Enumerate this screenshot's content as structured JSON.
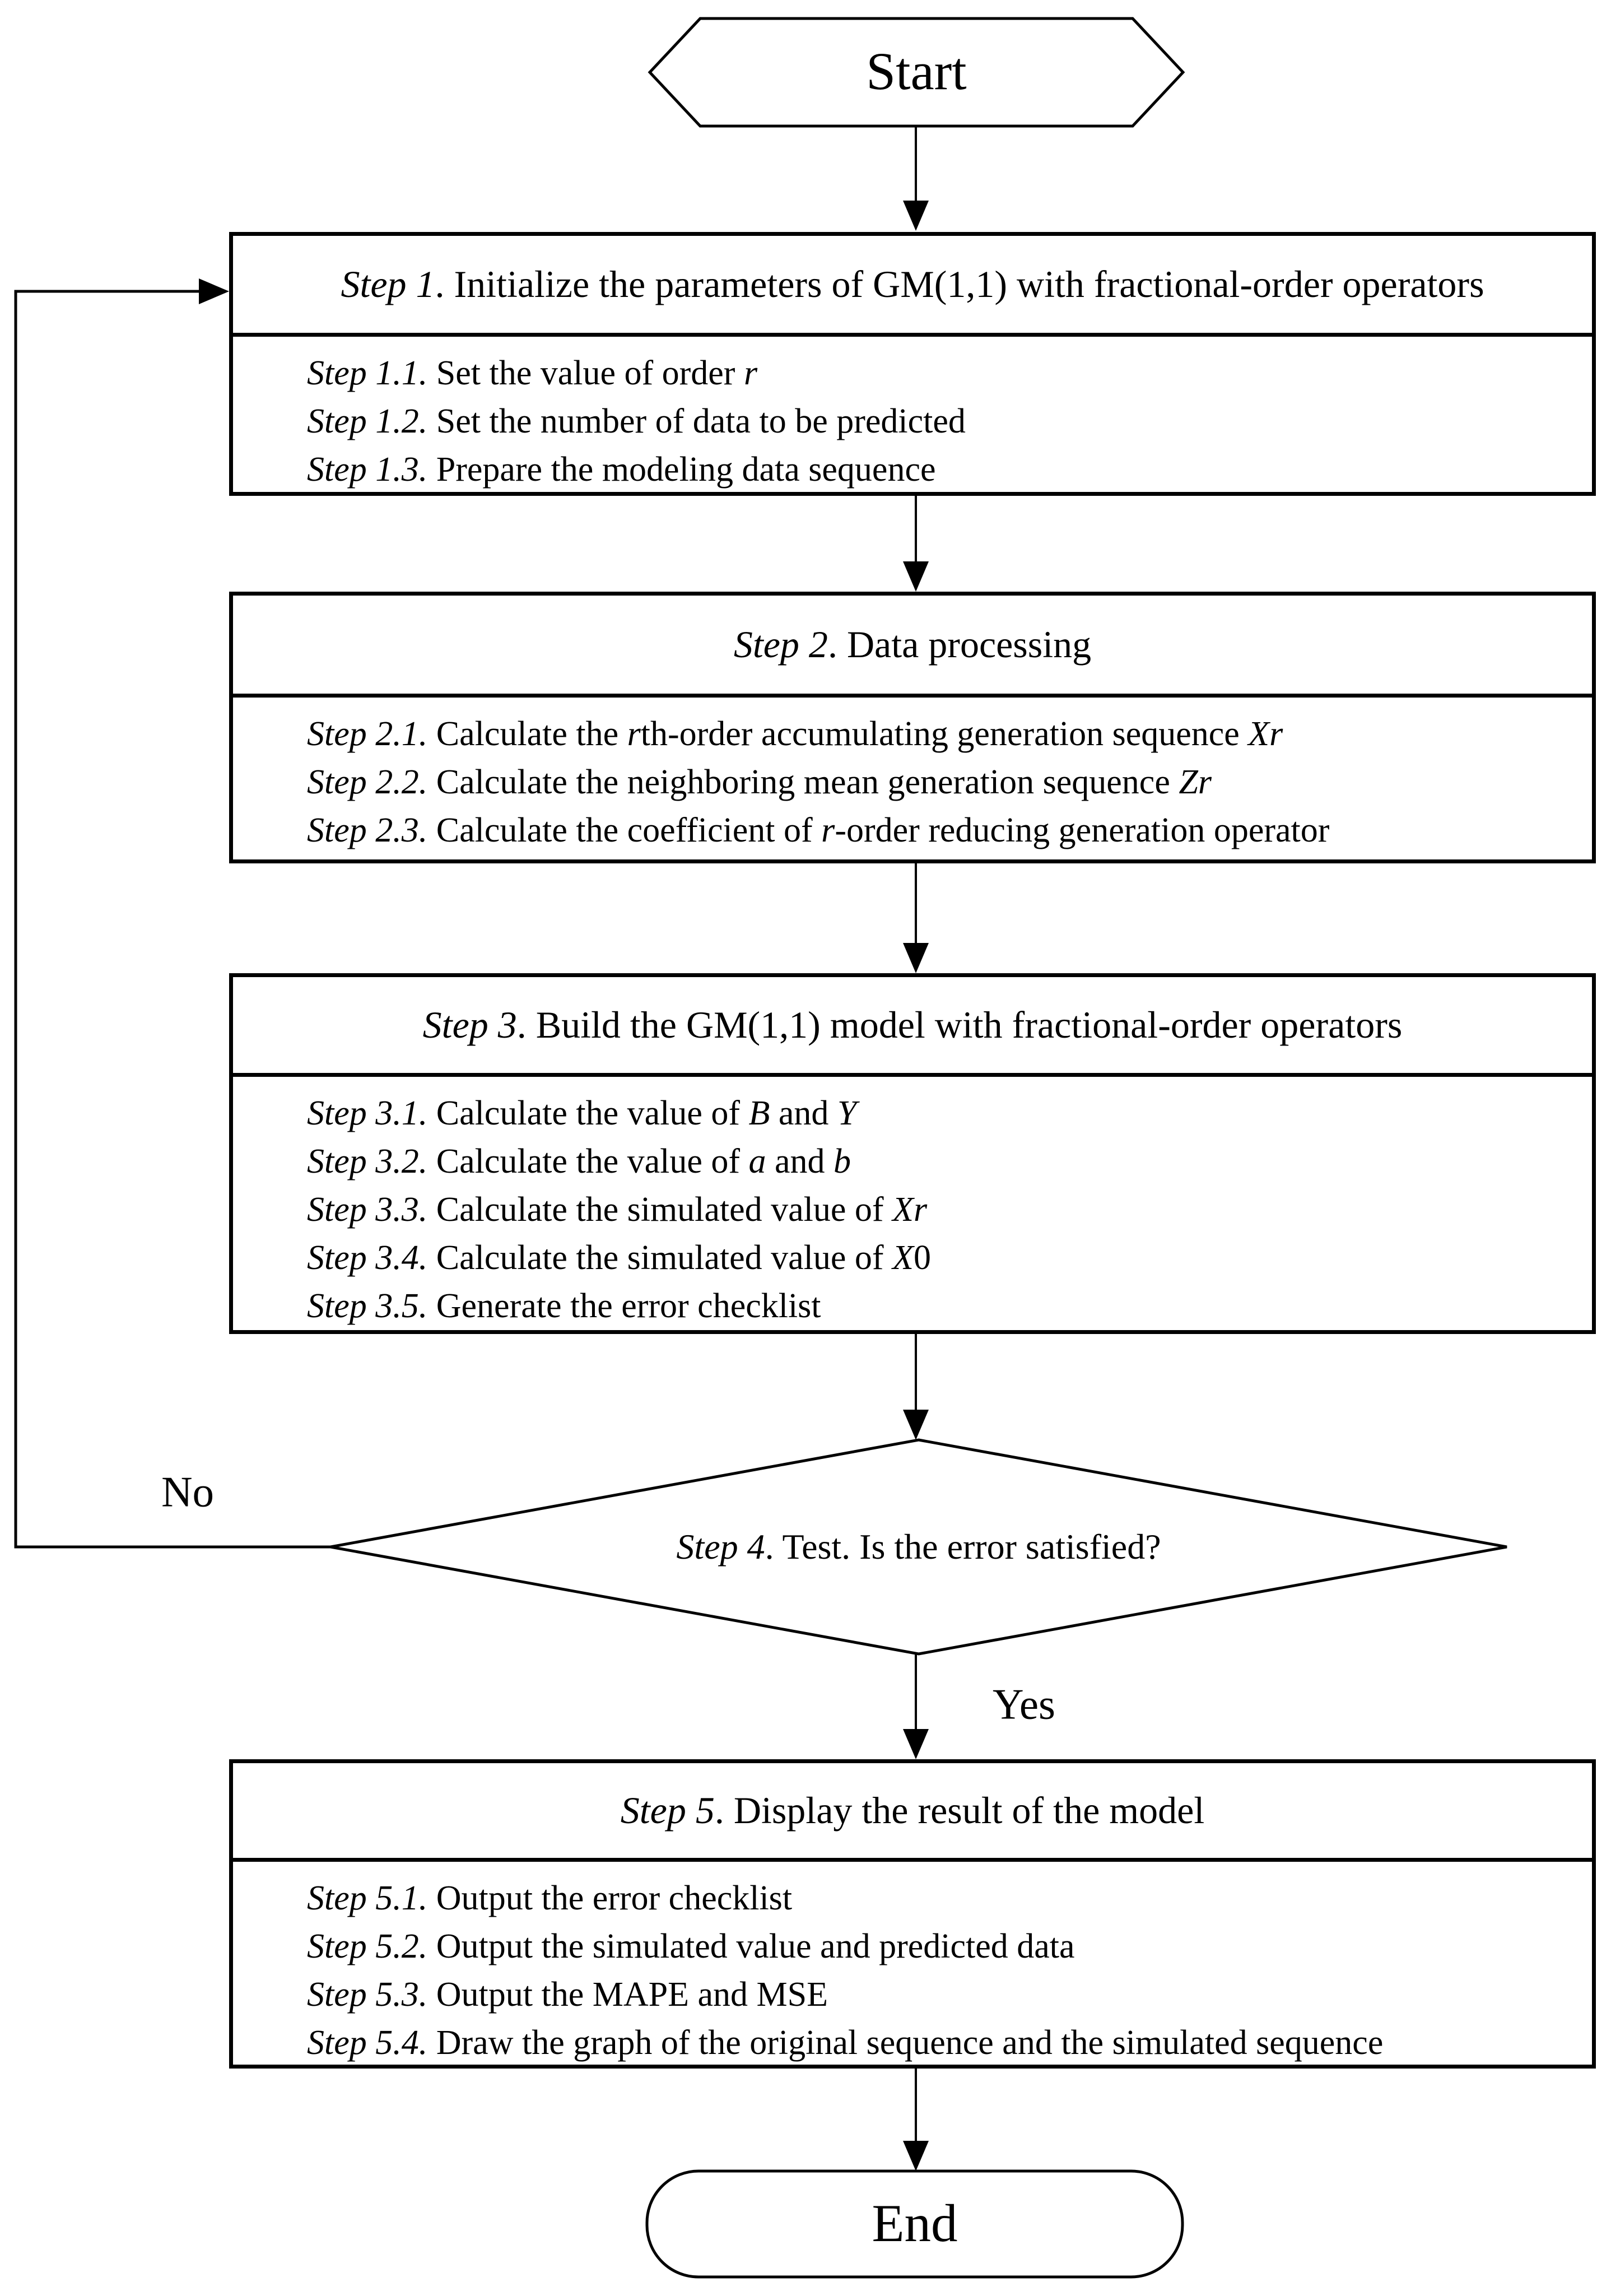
{
  "diagram": {
    "colors": {
      "ink": "#000000",
      "paper": "#ffffff"
    },
    "start": {
      "label": "Start"
    },
    "end": {
      "label": "End"
    },
    "no_label": "No",
    "yes_label": "Yes",
    "step1": {
      "header": [
        {
          "t": "Step 1",
          "i": true
        },
        {
          "t": ". Initialize the parameters of GM(1,1) with fractional-order operators",
          "i": false
        }
      ],
      "substeps": [
        [
          {
            "t": "Step 1.1.",
            "i": true
          },
          {
            "t": " Set the value of order ",
            "i": false
          },
          {
            "t": "r",
            "i": true
          }
        ],
        [
          {
            "t": "Step 1.2.",
            "i": true
          },
          {
            "t": " Set the number of data to be predicted",
            "i": false
          }
        ],
        [
          {
            "t": "Step 1.3.",
            "i": true
          },
          {
            "t": " Prepare the modeling data sequence",
            "i": false
          }
        ]
      ]
    },
    "step2": {
      "header": [
        {
          "t": "Step 2",
          "i": true
        },
        {
          "t": ". Data processing",
          "i": false
        }
      ],
      "substeps": [
        [
          {
            "t": "Step 2.1.",
            "i": true
          },
          {
            "t": " Calculate the ",
            "i": false
          },
          {
            "t": "r",
            "i": true
          },
          {
            "t": "th-order accumulating generation sequence ",
            "i": false
          },
          {
            "t": "Xr",
            "i": true
          }
        ],
        [
          {
            "t": "Step 2.2.",
            "i": true
          },
          {
            "t": " Calculate the neighboring mean generation sequence ",
            "i": false
          },
          {
            "t": "Zr",
            "i": true
          }
        ],
        [
          {
            "t": "Step 2.3.",
            "i": true
          },
          {
            "t": " Calculate the coefficient of ",
            "i": false
          },
          {
            "t": "r",
            "i": true
          },
          {
            "t": "-order reducing generation operator",
            "i": false
          }
        ]
      ]
    },
    "step3": {
      "header": [
        {
          "t": "Step 3",
          "i": true
        },
        {
          "t": ". Build the GM(1,1) model with fractional-order operators",
          "i": false
        }
      ],
      "substeps": [
        [
          {
            "t": "Step 3.1.",
            "i": true
          },
          {
            "t": " Calculate the value of ",
            "i": false
          },
          {
            "t": "B",
            "i": true
          },
          {
            "t": " and ",
            "i": false
          },
          {
            "t": "Y",
            "i": true
          }
        ],
        [
          {
            "t": "Step 3.2.",
            "i": true
          },
          {
            "t": " Calculate the value of ",
            "i": false
          },
          {
            "t": "a",
            "i": true
          },
          {
            "t": " and ",
            "i": false
          },
          {
            "t": "b",
            "i": true
          }
        ],
        [
          {
            "t": "Step 3.3.",
            "i": true
          },
          {
            "t": " Calculate the simulated value of ",
            "i": false
          },
          {
            "t": "Xr",
            "i": true
          }
        ],
        [
          {
            "t": "Step 3.4.",
            "i": true
          },
          {
            "t": " Calculate the simulated value of ",
            "i": false
          },
          {
            "t": "X",
            "i": true
          },
          {
            "t": "0",
            "i": false
          }
        ],
        [
          {
            "t": "Step 3.5.",
            "i": true
          },
          {
            "t": " Generate the error checklist",
            "i": false
          }
        ]
      ]
    },
    "step4": {
      "text": [
        {
          "t": "Step 4",
          "i": true
        },
        {
          "t": ". Test. Is the error satisfied?",
          "i": false
        }
      ]
    },
    "step5": {
      "header": [
        {
          "t": "Step 5",
          "i": true
        },
        {
          "t": ". Display the result of the model",
          "i": false
        }
      ],
      "substeps": [
        [
          {
            "t": "Step 5.1.",
            "i": true
          },
          {
            "t": " Output the error checklist",
            "i": false
          }
        ],
        [
          {
            "t": "Step 5.2.",
            "i": true
          },
          {
            "t": " Output the simulated value and predicted data",
            "i": false
          }
        ],
        [
          {
            "t": "Step 5.3.",
            "i": true
          },
          {
            "t": " Output the MAPE and MSE",
            "i": false
          }
        ],
        [
          {
            "t": "Step 5.4.",
            "i": true
          },
          {
            "t": " Draw the graph of the original sequence and the simulated sequence",
            "i": false
          }
        ]
      ]
    }
  }
}
